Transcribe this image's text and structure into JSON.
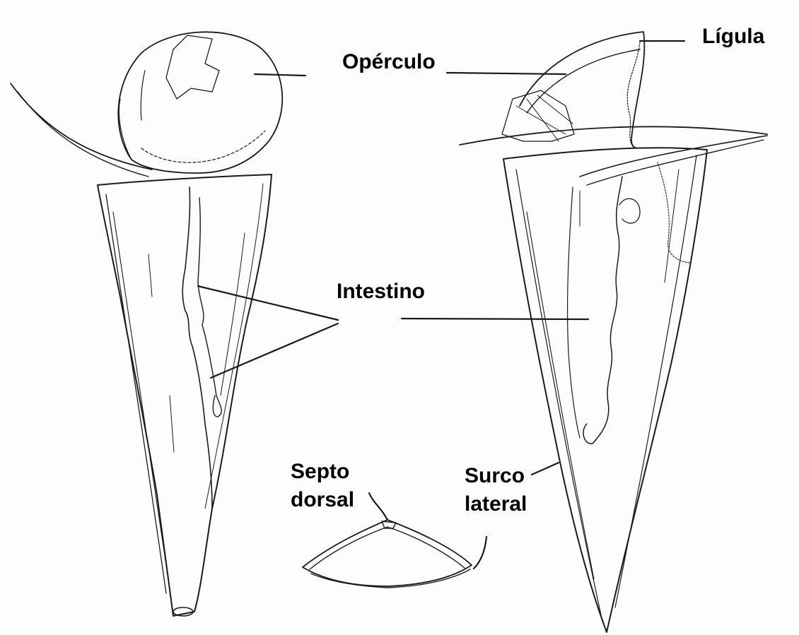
{
  "labels": {
    "ligula": "Lígula",
    "operculo": "Opérculo",
    "intestino": "Intestino",
    "septo_dorsal_line1": "Septo",
    "septo_dorsal_line2": "dorsal",
    "surco_lateral_line1": "Surco",
    "surco_lateral_line2": "lateral"
  },
  "colors": {
    "ink": "#1a1a1a",
    "background": "#fdfdfd"
  }
}
